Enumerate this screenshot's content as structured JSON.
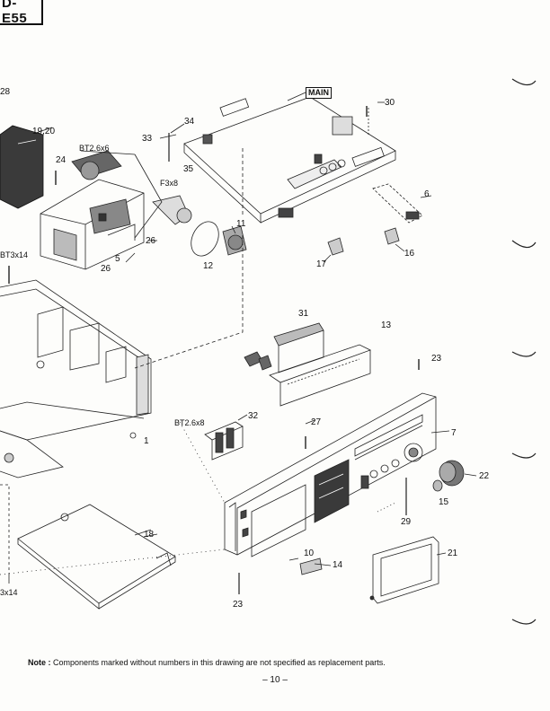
{
  "header": {
    "model": "D-E55"
  },
  "board_label": "MAIN",
  "callouts": {
    "c28": "28",
    "c19_20": "19,20",
    "c24": "24",
    "bt26x6_top": "BT2.6x6",
    "c34": "34",
    "c33": "33",
    "c35": "35",
    "f3x8": "F3x8",
    "c30": "30",
    "c6": "6",
    "c11": "11",
    "c12": "12",
    "c5": "5",
    "c26a": "26",
    "c26b": "26",
    "c17": "17",
    "c16": "16",
    "bt3x14": "BT3x14",
    "c31": "31",
    "c13": "13",
    "c23_top": "23",
    "c1": "1",
    "bt26x8": "BT2.6x8",
    "c32": "32",
    "c27": "27",
    "c7": "7",
    "c22": "22",
    "c15": "15",
    "c29": "29",
    "c18": "18",
    "c10": "10",
    "c14": "14",
    "c21": "21",
    "c23_bottom": "23",
    "c3x14": "3x14"
  },
  "note": {
    "prefix": "Note :",
    "text": "Components marked without numbers in this drawing are not specified as replacement parts."
  },
  "page_number": "– 10 –"
}
